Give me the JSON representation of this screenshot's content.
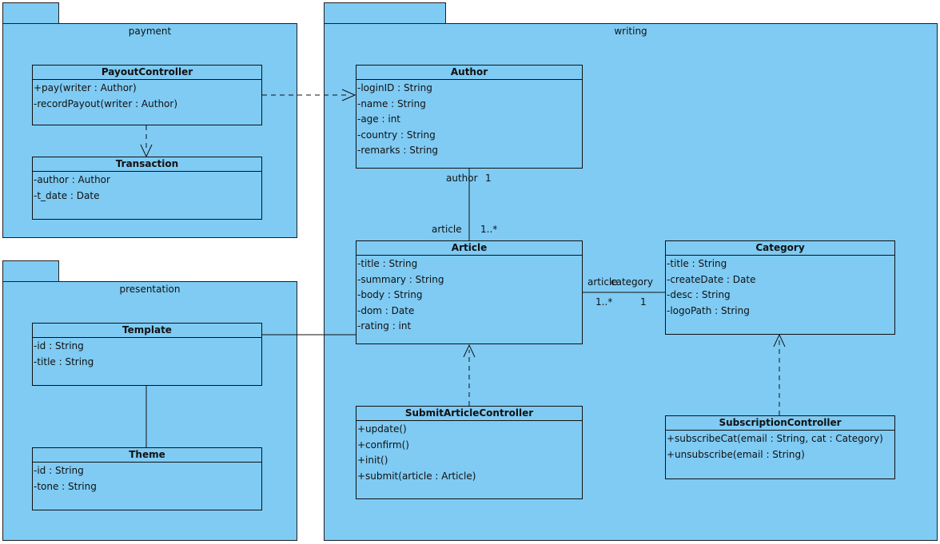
{
  "packages": {
    "payment": "payment",
    "presentation": "presentation",
    "writing": "writing"
  },
  "classes": {
    "payout_controller": {
      "name": "PayoutController",
      "attributes": [],
      "operations": [
        "+pay(writer : Author)",
        "-recordPayout(writer : Author)"
      ]
    },
    "transaction": {
      "name": "Transaction",
      "attributes": [
        "-author : Author",
        "-t_date : Date"
      ],
      "operations": []
    },
    "template": {
      "name": "Template",
      "attributes": [
        "-id : String",
        "-title : String"
      ],
      "operations": []
    },
    "theme": {
      "name": "Theme",
      "attributes": [
        "-id : String",
        "-tone : String"
      ],
      "operations": []
    },
    "author": {
      "name": "Author",
      "attributes": [
        "-loginID : String",
        "-name : String",
        "-age : int",
        "-country : String",
        "-remarks : String"
      ],
      "operations": []
    },
    "article": {
      "name": "Article",
      "attributes": [
        "-title : String",
        "-summary : String",
        "-body : String",
        "-dom : Date",
        "-rating : int"
      ],
      "operations": []
    },
    "category": {
      "name": "Category",
      "attributes": [
        "-title : String",
        "-createDate : Date",
        "-desc : String",
        "-logoPath : String"
      ],
      "operations": []
    },
    "submit_article_controller": {
      "name": "SubmitArticleController",
      "attributes": [],
      "operations": [
        "+update()",
        "+confirm()",
        "+init()",
        "+submit(article : Article)"
      ]
    },
    "subscription_controller": {
      "name": "SubscriptionController",
      "attributes": [],
      "operations": [
        "+subscribeCat(email : String, cat : Category)",
        "+unsubscribe(email : String)"
      ]
    }
  },
  "associations": {
    "author_article": {
      "role_author": "author",
      "mult_author": "1",
      "role_article": "article",
      "mult_article": "1..*"
    },
    "article_category": {
      "role_article": "article",
      "role_category": "category",
      "mult_article": "1..*",
      "mult_category": "1"
    }
  }
}
